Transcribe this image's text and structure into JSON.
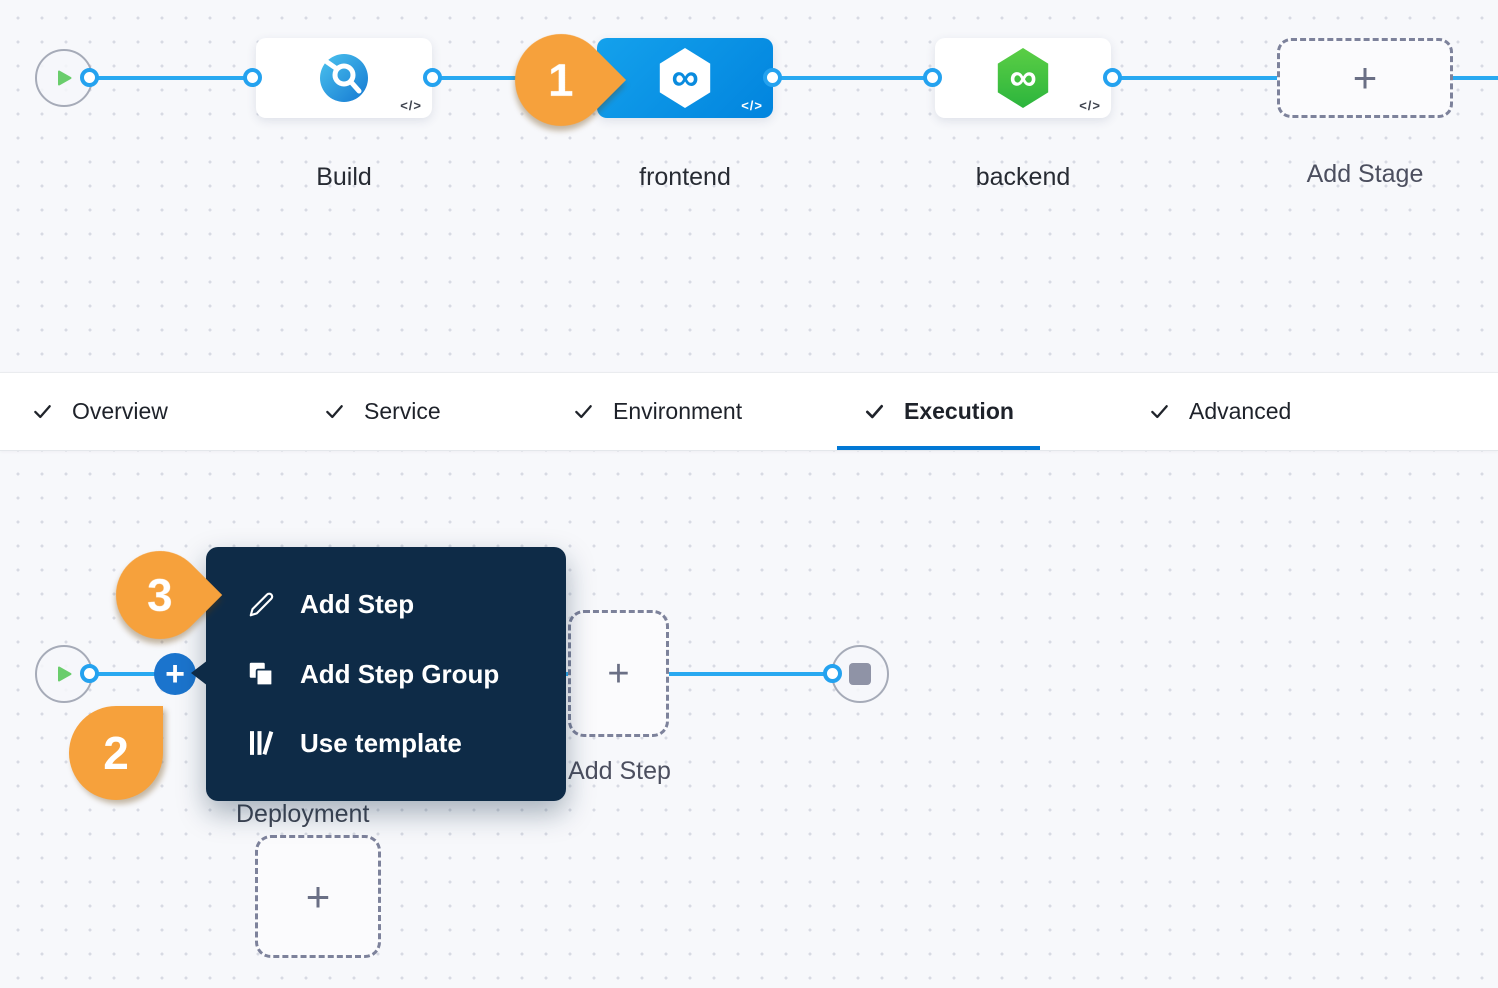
{
  "pipeline": {
    "stages": [
      {
        "label": "Build",
        "type": "build",
        "icon": "ci-build-icon"
      },
      {
        "label": "frontend",
        "type": "deploy",
        "icon": "cd-infinity-icon",
        "selected": true
      },
      {
        "label": "backend",
        "type": "deploy",
        "icon": "cd-infinity-icon",
        "selected": false
      }
    ],
    "add_stage_label": "Add Stage"
  },
  "tabs": {
    "items": [
      {
        "label": "Overview",
        "checked": true,
        "active": false
      },
      {
        "label": "Service",
        "checked": true,
        "active": false
      },
      {
        "label": "Environment",
        "checked": true,
        "active": false
      },
      {
        "label": "Execution",
        "checked": true,
        "active": true
      },
      {
        "label": "Advanced",
        "checked": true,
        "active": false
      }
    ]
  },
  "execution": {
    "menu": {
      "items": [
        {
          "icon": "pencil-icon",
          "label": "Add Step"
        },
        {
          "icon": "copy-icon",
          "label": "Add Step Group"
        },
        {
          "icon": "template-icon",
          "label": "Use template"
        }
      ]
    },
    "add_step_label": "Add Step",
    "deployment_label": "Deployment"
  },
  "badges": {
    "one": "1",
    "two": "2",
    "three": "3"
  },
  "glyphs": {
    "code": "</>",
    "plus": "+",
    "infinity": "∞"
  },
  "colors": {
    "accent_blue": "#0278D5",
    "selected_node_blue": "#0493E9",
    "edge_blue": "#29A9F1",
    "success_green": "#42C94E",
    "play_green": "#6ACD6C",
    "callout_orange": "#F6A13C",
    "menu_navy": "#0E2B47"
  }
}
